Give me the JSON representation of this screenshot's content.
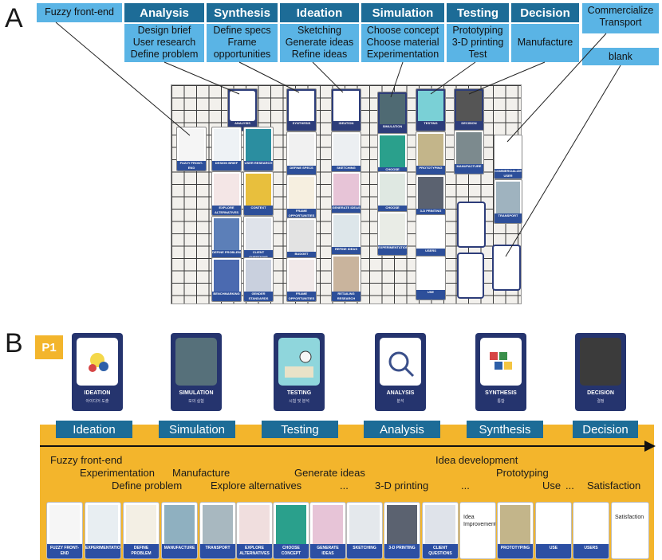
{
  "panel_a": {
    "letter": "A",
    "fuzzy_front_end": "Fuzzy front-end",
    "stages": [
      {
        "name": "Analysis",
        "items": [
          "Design brief",
          "User research",
          "Define problem"
        ]
      },
      {
        "name": "Synthesis",
        "items": [
          "Define specs",
          "Frame",
          "opportunities"
        ]
      },
      {
        "name": "Ideation",
        "items": [
          "Sketching",
          "Generate ideas",
          "Refine ideas"
        ]
      },
      {
        "name": "Simulation",
        "items": [
          "Choose concept",
          "Choose material",
          "Experimentation"
        ]
      },
      {
        "name": "Testing",
        "items": [
          "Prototyping",
          "3-D printing",
          "Test"
        ]
      },
      {
        "name": "Decision",
        "items": [
          "Manufacture"
        ]
      }
    ],
    "commercialize": [
      "Commercialize",
      "Transport"
    ],
    "blank": "blank",
    "board_cards": {
      "fuzzy": "FUZZY FRONT-END",
      "analysis": "ANALYSIS",
      "synthesis": "SYNTHESIS",
      "ideation": "IDEATION",
      "simulation": "SIMULATION",
      "testing": "TESTING",
      "decision": "DECISION",
      "design_brief": "DESIGN BRIEF",
      "user_research": "USER RESEARCH",
      "explore_alt": "EXPLORE ALTERNATIVES",
      "context": "CONTEXT",
      "define_problem": "DEFINE PROBLEM",
      "client_questions": "CLIENT QUESTIONS",
      "benchmarking": "BENCHMARKING",
      "gender_standards": "GENDER STANDARDS",
      "define_specs": "DEFINE SPECS",
      "frame_opp": "FRAME OPPORTUNITIES",
      "budget_analysis": "BUDGET ANALYSIS",
      "frame_opp2": "FRAME OPPORTUNITIES",
      "sketching": "SKETCHING",
      "generate_ideas": "GENERATE IDEAS",
      "refine_ideas": "REFINE IDEAS",
      "retailing_research": "RETAILING RESEARCH",
      "choose_concept": "CHOOSE CONCEPT",
      "choose_material": "CHOOSE MATERIAL",
      "experimentation": "EXPERIMENTATION",
      "prototyping": "PROTOTYPING",
      "printing": "3-D PRINTING",
      "users": "USERS",
      "use": "USE",
      "manufacture": "MANUFACTURE",
      "commercialize_user": "COMMERCIALIZE USER",
      "transport": "TRANSPORT"
    }
  },
  "panel_b": {
    "letter": "B",
    "participant": "P1",
    "stage_cards": [
      {
        "title": "IDEATION",
        "sub": "아이디어 도출"
      },
      {
        "title": "SIMULATION",
        "sub": "모의 실험"
      },
      {
        "title": "TESTING",
        "sub": "시험 및 분석"
      },
      {
        "title": "ANALYSIS",
        "sub": "분석"
      },
      {
        "title": "SYNTHESIS",
        "sub": "통합"
      },
      {
        "title": "DECISION",
        "sub": "결정"
      }
    ],
    "stage_tags": [
      "Ideation",
      "Simulation",
      "Testing",
      "Analysis",
      "Synthesis",
      "Decision"
    ],
    "timeline_labels": {
      "fuzzy": "Fuzzy front-end",
      "experimentation": "Experimentation",
      "manufacture": "Manufacture",
      "define_problem": "Define problem",
      "explore_alternatives": "Explore alternatives",
      "generate_ideas": "Generate ideas",
      "ellipsis1": "...",
      "idea_development": "Idea development",
      "printing": "3-D printing",
      "ellipsis2": "...",
      "prototyping": "Prototyping",
      "use": "Use",
      "ellipsis3": "...",
      "satisfaction": "Satisfaction"
    },
    "sequence_cards": [
      "FUZZY FRONT-END",
      "EXPERIMENTATION",
      "DEFINE PROBLEM",
      "MANUFACTURE",
      "TRANSPORT",
      "EXPLORE ALTERNATIVES",
      "CHOOSE CONCEPT",
      "GENERATE IDEAS",
      "SKETCHING",
      "3-D PRINTING",
      "CLIENT QUESTIONS",
      "PROTOTYPING",
      "USE",
      "USERS"
    ],
    "plain_cards": [
      "Idea Improvement",
      "Satisfaction"
    ]
  }
}
